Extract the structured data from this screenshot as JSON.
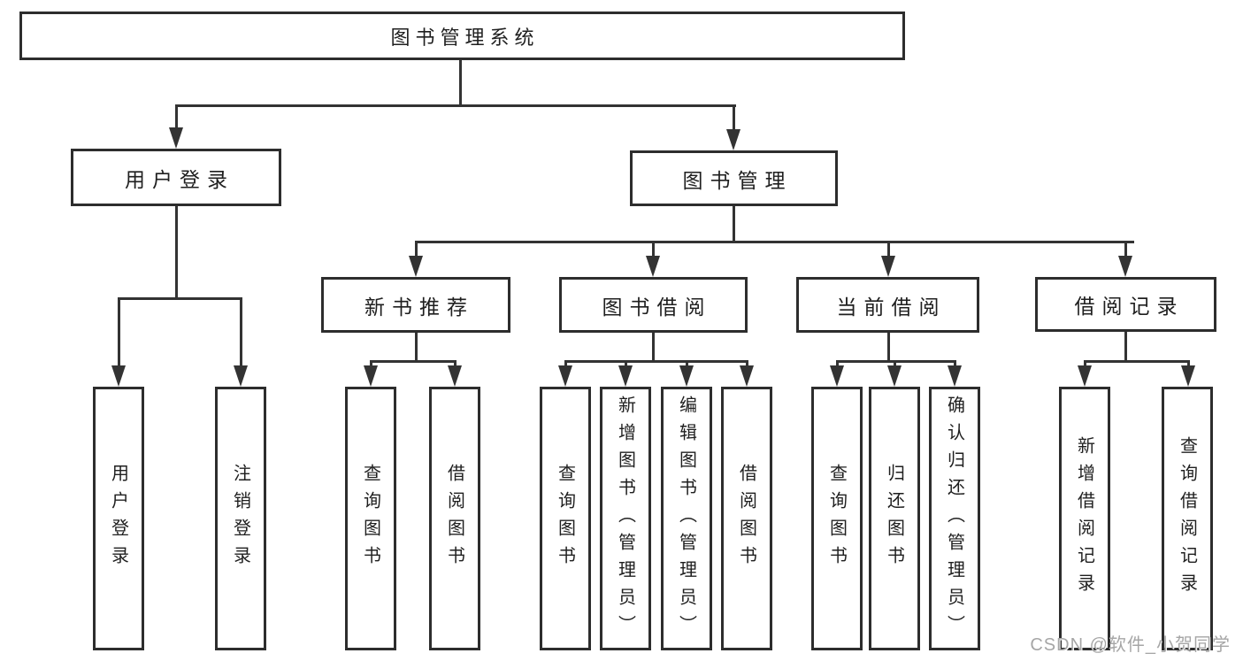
{
  "colors": {
    "line": "#333333",
    "box_border": "#2d2d2d",
    "box_background": "#ffffff",
    "text": "#1f1f1f",
    "watermark": "#a6a6a6"
  },
  "diagram": {
    "root": {
      "label": "图书管理系统"
    },
    "level2": [
      {
        "label": "用户登录",
        "children": [
          {
            "label": "用户登录"
          },
          {
            "label": "注销登录"
          }
        ]
      },
      {
        "label": "图书管理",
        "children": [
          {
            "label": "新书推荐",
            "children": [
              {
                "label": "查询图书"
              },
              {
                "label": "借阅图书"
              }
            ]
          },
          {
            "label": "图书借阅",
            "children": [
              {
                "label": "查询图书"
              },
              {
                "label": "新增图书（管理员）"
              },
              {
                "label": "编辑图书（管理员）"
              },
              {
                "label": "借阅图书"
              }
            ]
          },
          {
            "label": "当前借阅",
            "children": [
              {
                "label": "查询图书"
              },
              {
                "label": "归还图书"
              },
              {
                "label": "确认归还（管理员）"
              }
            ]
          },
          {
            "label": "借阅记录",
            "children": [
              {
                "label": "新增借阅记录"
              },
              {
                "label": "查询借阅记录"
              }
            ]
          }
        ]
      }
    ]
  },
  "watermark": {
    "text": "CSDN @软件_小贺同学"
  }
}
